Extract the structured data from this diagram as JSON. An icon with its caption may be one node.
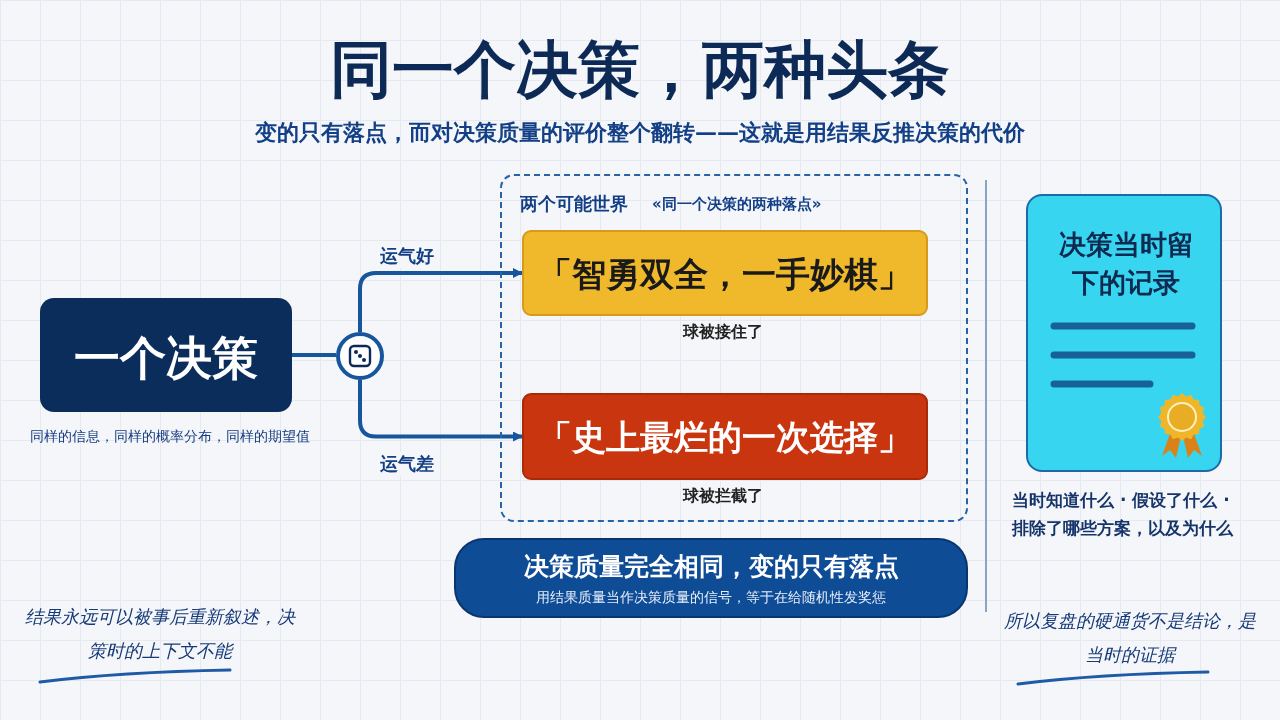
{
  "diagram": {
    "title": "同一个决策，两种头条",
    "nodes": [
      {
        "text": [
          "一个决策"
        ],
        "beside": [
          "同样的信息，同样的概率分布，同样的期望值"
        ]
      },
      {
        "text": [],
        "shape": "circle"
      },
      {
        "text": [
          "两个可能世界",
          "«同一个决策的两种落点»"
        ]
      },
      {
        "text": [
          "「智勇双全，一手妙棋」"
        ],
        "in": 2,
        "beside": [
          "球被接住了"
        ]
      },
      {
        "text": [
          "「史上最烂的一次选择」"
        ],
        "in": 2,
        "beside": [
          "球被拦截了"
        ]
      },
      {
        "text": [
          "决策质量完全相同，变的只有落点",
          "用结果质量当作决策质量的信号，等于在给随机性发奖惩"
        ]
      },
      {
        "text": [
          "决策当时留下的记录"
        ],
        "beside": [
          "当时知道什么 · 假设了什么 · 排除了哪些方案，以及为什么"
        ]
      }
    ],
    "edges": [
      {
        "from": 0,
        "to": 1,
        "arrow": "none"
      },
      {
        "from": 1,
        "to": 3,
        "arrow": "to",
        "label": "运气好"
      },
      {
        "from": 1,
        "to": 4,
        "arrow": "to",
        "label": "运气差"
      }
    ],
    "labels": [
      "变的只有落点，而对决策质量的评价整个翻转——这就是用结果反推决策的代价",
      "结果永远可以被事后重新叙述，决策时的上下文不能",
      "所以复盘的硬通货不是结论，是当时的证据"
    ]
  }
}
